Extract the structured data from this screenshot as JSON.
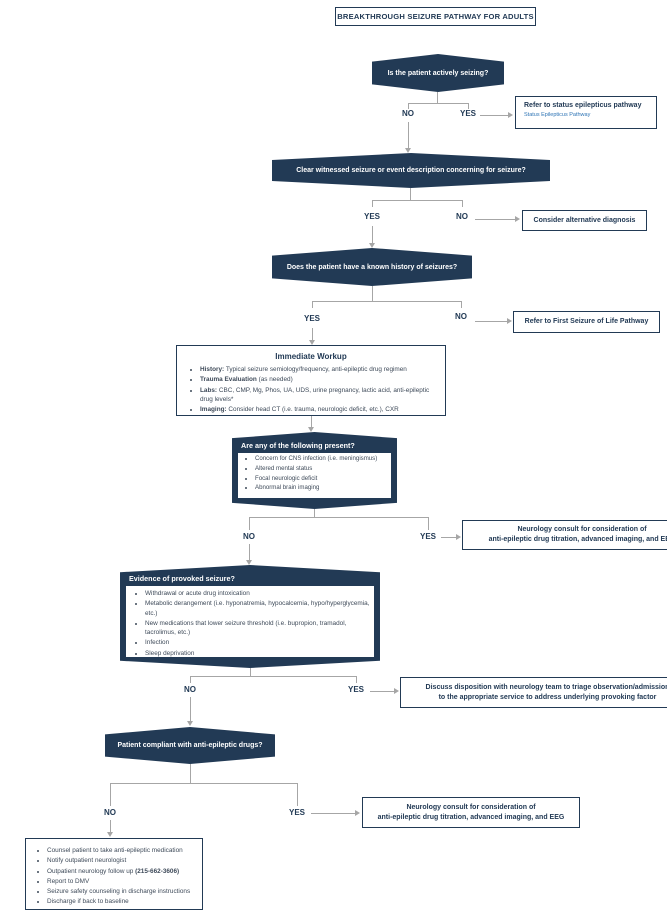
{
  "title": "BREAKTHROUGH SEIZURE PATHWAY FOR ADULTS",
  "labels": {
    "yes": "YES",
    "no": "NO"
  },
  "colors": {
    "navy": "#223A55",
    "link_blue": "#2E74B5",
    "line_gray": "#A6A6A6"
  },
  "nodes": {
    "actively_seizing": {
      "question": "Is the patient actively seizing?"
    },
    "refer_status": {
      "title": "Refer to status epilepticus pathway",
      "link": "Status Epilepticus Pathway"
    },
    "clear_witnessed": {
      "question": "Clear witnessed seizure or event description concerning for seizure?"
    },
    "alternative_diagnosis": {
      "text": "Consider alternative diagnosis"
    },
    "known_history": {
      "question": "Does the patient have a known history of seizures?"
    },
    "first_seizure": {
      "text": "Refer to First Seizure of Life Pathway"
    },
    "immediate_workup": {
      "title": "Immediate Workup",
      "items": [
        {
          "lead": "History:",
          "rest": " Typical seizure semiology/frequency, anti-epileptic drug regimen"
        },
        {
          "lead": "Trauma Evaluation",
          "rest": " (as needed)"
        },
        {
          "lead": "Labs:",
          "rest": " CBC, CMP, Mg, Phos, UA, UDS, urine pregnancy, lactic acid, anti-epileptic drug levels*"
        },
        {
          "lead": "Imaging:",
          "rest": " Consider head CT (i.e. trauma, neurologic deficit, etc.), CXR"
        }
      ]
    },
    "following_present": {
      "question": "Are any of the following present?",
      "items": [
        "Concern for CNS infection (i.e. meningismus)",
        "Altered mental status",
        "Focal neurologic deficit",
        "Abnormal brain imaging"
      ]
    },
    "neurology_consult_top": {
      "line1": "Neurology consult for consideration of",
      "line2": "anti-epileptic drug titration, advanced imaging, and EEG"
    },
    "provoked_seizure": {
      "question": "Evidence of provoked seizure?",
      "items": [
        "Withdrawal or acute drug intoxication",
        "Metabolic derangement (i.e. hyponatremia, hypocalcemia, hypo/hyperglycemia, etc.)",
        "New medications that lower seizure threshold (i.e. bupropion, tramadol, tacrolimus, etc.)",
        "Infection",
        "Sleep deprivation"
      ]
    },
    "discuss_disposition": {
      "line1": "Discuss disposition with neurology team to triage observation/admission",
      "line2": "to the appropriate service to address underlying provoking factor"
    },
    "compliant": {
      "question": "Patient compliant with anti-epileptic drugs?"
    },
    "neurology_consult_bottom": {
      "line1": "Neurology consult for consideration of",
      "line2": "anti-epileptic drug titration, advanced imaging, and EEG"
    },
    "noncompliant_actions": {
      "items": [
        {
          "text": "Counsel patient to take anti-epileptic medication"
        },
        {
          "text": "Notify outpatient neurologist"
        },
        {
          "text": "Outpatient neurology follow up ",
          "bold": "(215-662-3606)"
        },
        {
          "text": "Report to DMV"
        },
        {
          "text": "Seizure safety counseling in discharge instructions"
        },
        {
          "text": "Discharge if back to baseline"
        }
      ]
    }
  }
}
